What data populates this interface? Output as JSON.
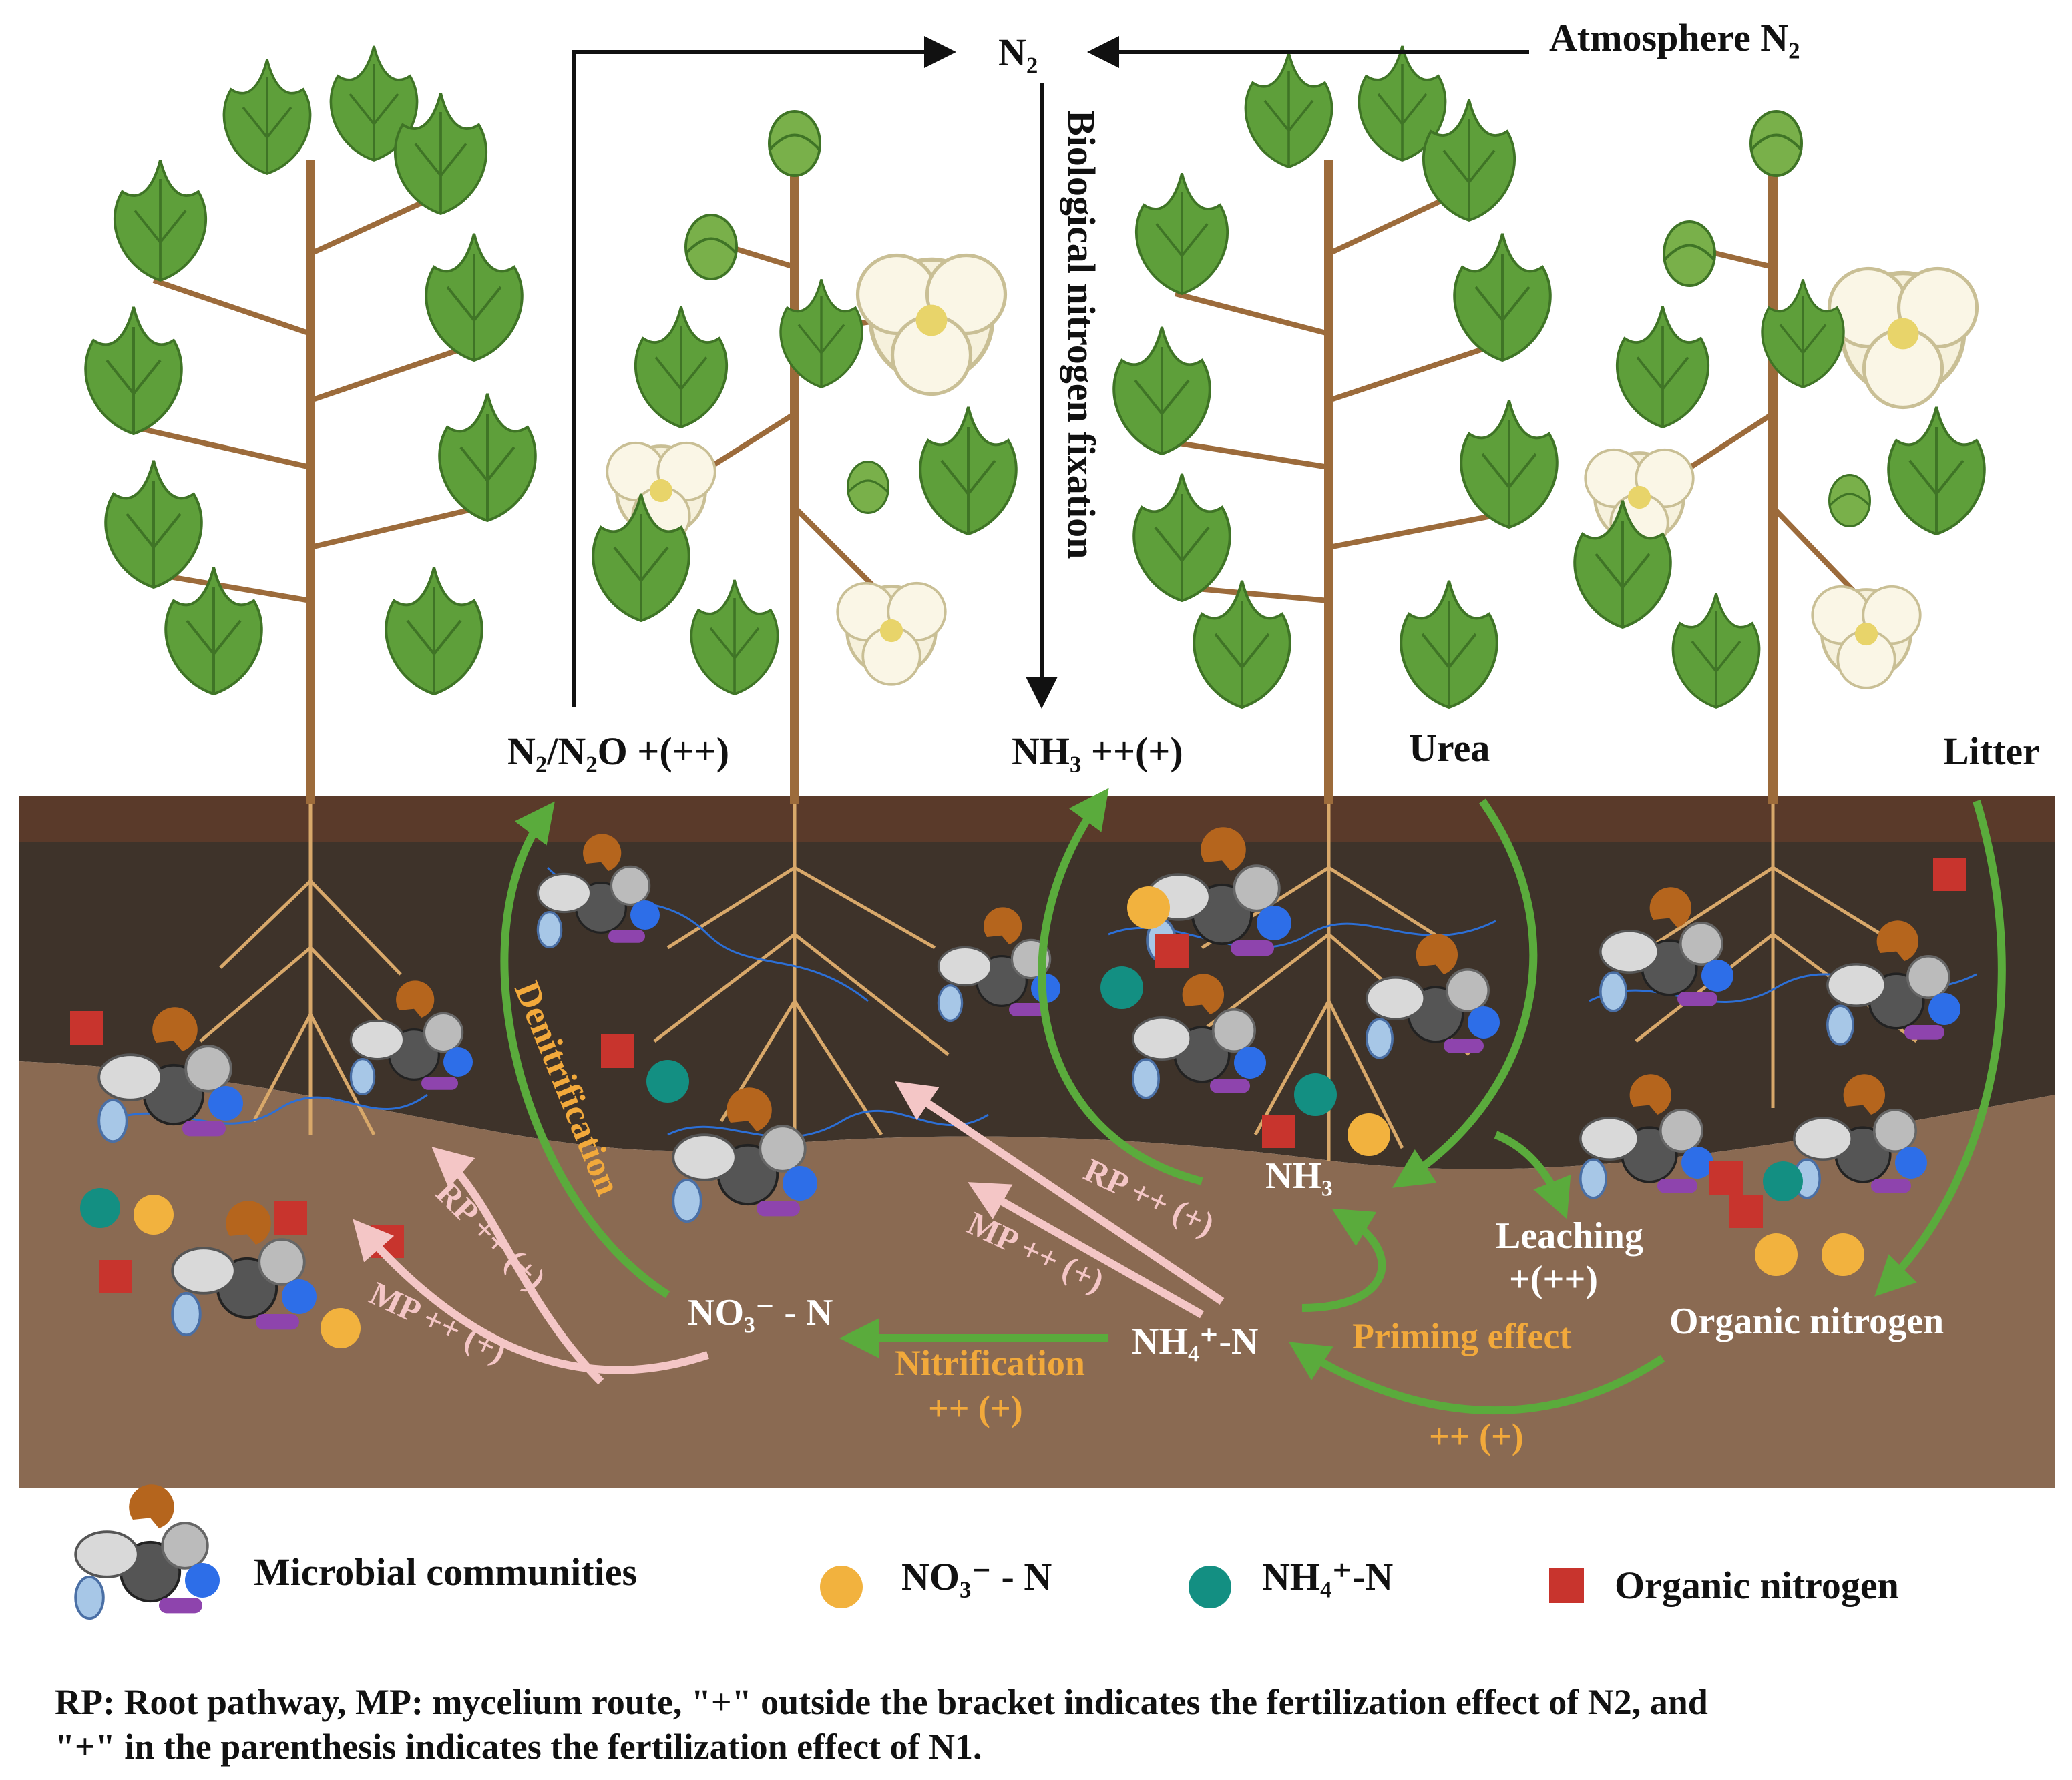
{
  "top": {
    "n2": "N₂",
    "atmosphere": "Atmosphere N₂",
    "bnf": "Biological nitrogen fixation"
  },
  "surface": {
    "n2_n2o": "N₂/N₂O +(++)",
    "nh3_emission": "NH₃ ++(+)",
    "urea": "Urea",
    "litter": "Litter"
  },
  "soil": {
    "denitrification": "Denitrification",
    "nh3": "NH₃",
    "leaching": "Leaching",
    "leaching_effect": "+(++)",
    "rp_left": "RP ++ (+)",
    "mp_left": "MP ++ (+)",
    "rp_mid": "RP ++ (+)",
    "mp_mid": "MP ++ (+)",
    "no3": "NO₃⁻ - N",
    "nh4": "NH₄⁺-N",
    "nitrification": "Nitrification",
    "nitrification_effect": "++ (+)",
    "priming": "Priming effect",
    "organic_n": "Organic nitrogen",
    "mineralization_effect": "++ (+)"
  },
  "legend": {
    "microbial": "Microbial communities",
    "no3": "NO₃⁻ - N",
    "nh4": "NH₄⁺-N",
    "organic": "Organic nitrogen"
  },
  "caption": {
    "line1": "RP: Root pathway,  MP: mycelium route, \"+\" outside the bracket indicates the fertilization effect of N2, and",
    "line2": "\"+\" in the parenthesis indicates the fertilization effect of N1."
  },
  "colors": {
    "arrow_green": "#5aab3c",
    "arrow_pink": "#f4c6c6",
    "no3_dot": "#f2b23e",
    "nh4_dot": "#138f82",
    "organic_square": "#c8342d",
    "leaf": "#5e9f3a",
    "soil_dark": "#3e332a",
    "soil_light": "#8a6a52"
  }
}
